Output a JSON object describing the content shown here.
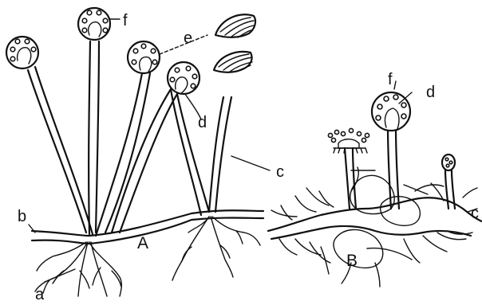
{
  "labels": {
    "a": "a",
    "b": "b",
    "c": "c",
    "d": "d",
    "e": "e",
    "f": "f",
    "panel_a": "A",
    "panel_b": "B"
  },
  "colors": {
    "ink": "#111111",
    "background": "#ffffff"
  }
}
